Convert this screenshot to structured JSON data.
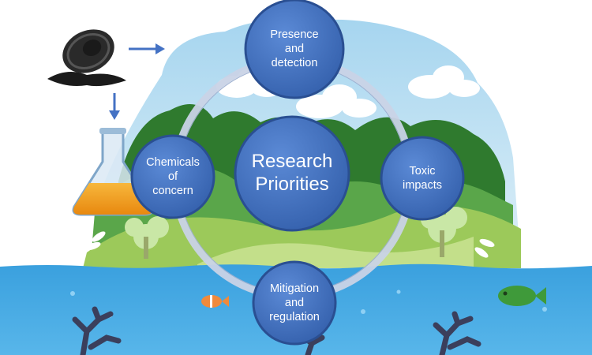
{
  "diagram": {
    "center": {
      "label": "Research\nPriorities"
    },
    "nodes": [
      {
        "id": "presence",
        "label": "Presence\nand\ndetection"
      },
      {
        "id": "toxic",
        "label": "Toxic\nimpacts"
      },
      {
        "id": "mitigation",
        "label": "Mitigation\nand\nregulation"
      },
      {
        "id": "chemicals",
        "label": "Chemicals\nof\nconcern"
      }
    ]
  },
  "colors": {
    "node_fill": "#3e6dbd",
    "node_stroke": "#2a4f92",
    "ring": "#c9d3e6",
    "water": "#3d9fdc",
    "sky": "#bfe0f3",
    "forest_dark": "#2f7a2e",
    "forest_mid": "#5aa64a",
    "meadow": "#9cc95a",
    "flask_liquid": "#f2a01e",
    "arrow": "#4472c4"
  },
  "icons": [
    "tire-icon",
    "arrow-right-icon",
    "arrow-down-icon",
    "flask-icon",
    "cloud-icon",
    "tree-icon",
    "fish-icon",
    "coral-icon"
  ]
}
